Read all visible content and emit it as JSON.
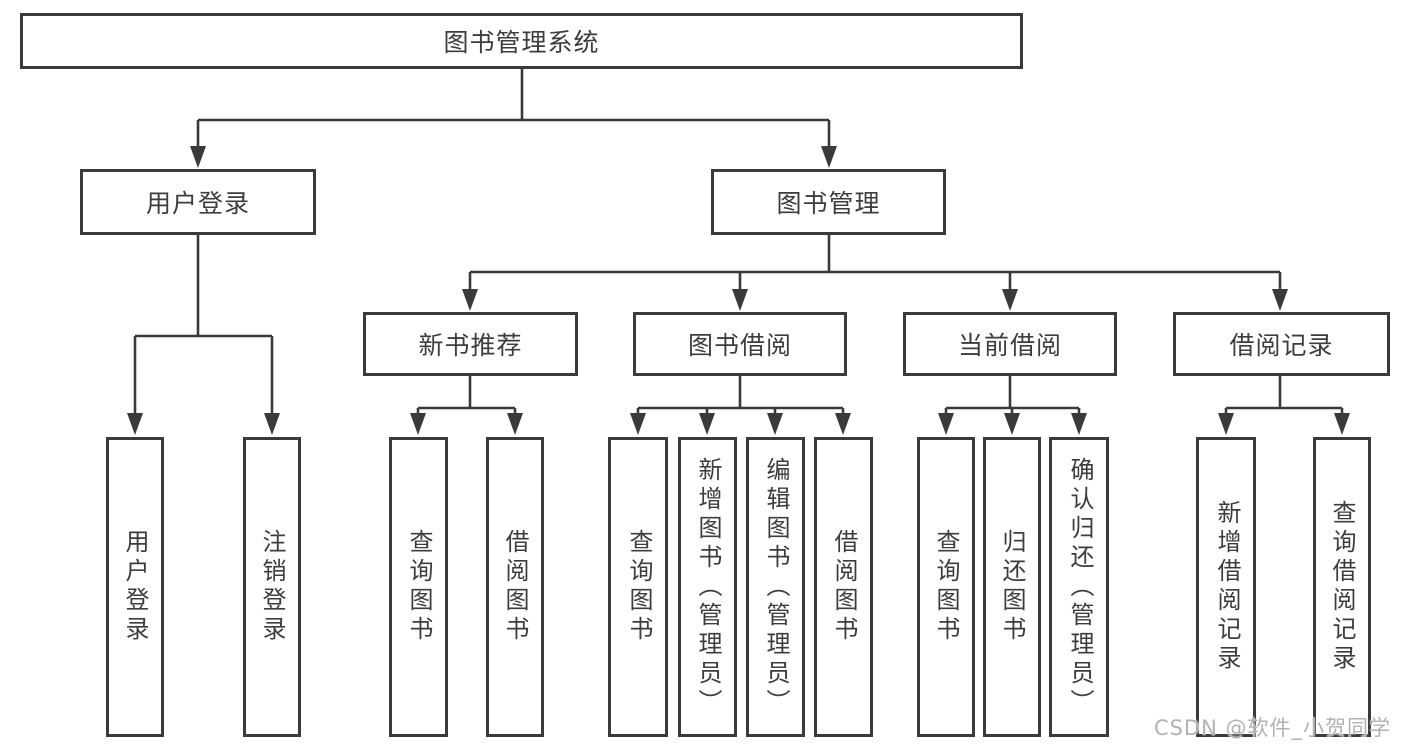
{
  "diagram": {
    "root": {
      "label": "图书管理系统",
      "children": [
        {
          "label": "用户登录",
          "children": [
            {
              "label": "用户登录"
            },
            {
              "label": "注销登录"
            }
          ]
        },
        {
          "label": "图书管理",
          "children": [
            {
              "label": "新书推荐",
              "children": [
                {
                  "label": "查询图书"
                },
                {
                  "label": "借阅图书"
                }
              ]
            },
            {
              "label": "图书借阅",
              "children": [
                {
                  "label": "查询图书"
                },
                {
                  "label": "新增图书（管理员）"
                },
                {
                  "label": "编辑图书（管理员）"
                },
                {
                  "label": "借阅图书"
                }
              ]
            },
            {
              "label": "当前借阅",
              "children": [
                {
                  "label": "查询图书"
                },
                {
                  "label": "归还图书"
                },
                {
                  "label": "确认归还（管理员）"
                }
              ]
            },
            {
              "label": "借阅记录",
              "children": [
                {
                  "label": "新增借阅记录"
                },
                {
                  "label": "查询借阅记录"
                }
              ]
            }
          ]
        }
      ]
    },
    "watermark": "CSDN @软件_小贺同学"
  },
  "colors": {
    "line": "#3a3a3a",
    "text": "#3d3d3d",
    "box_background": "#ffffff",
    "watermark": "#b2b2b2"
  }
}
